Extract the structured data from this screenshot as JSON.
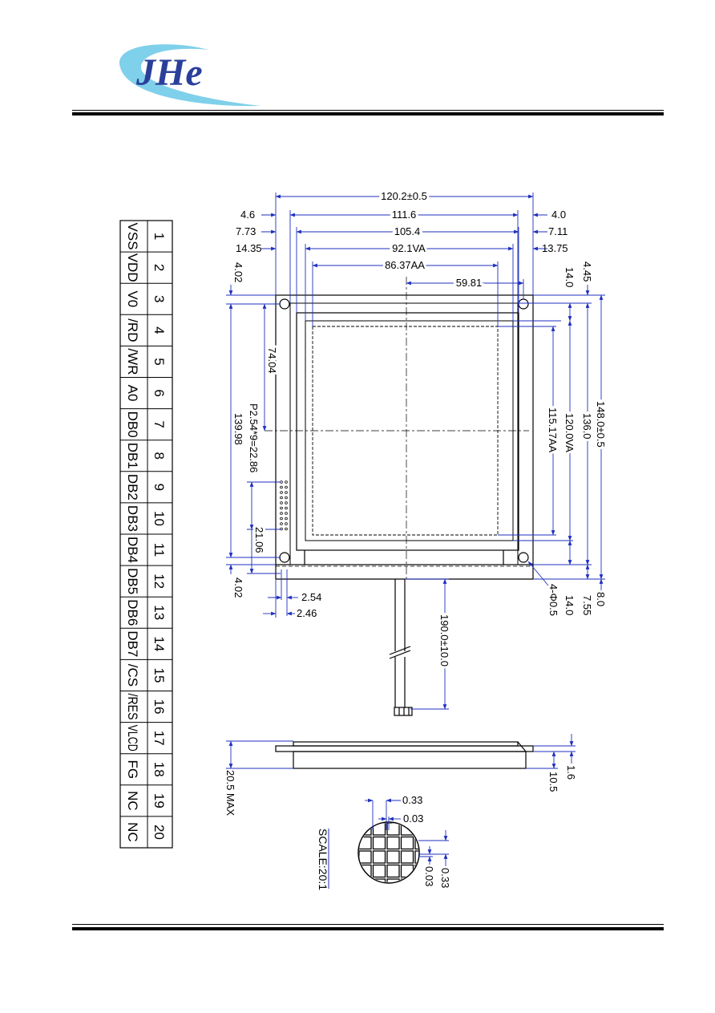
{
  "header": {
    "logo_text": "JHe"
  },
  "colors": {
    "dimension": "#1f2fbf",
    "outline": "#000000",
    "logo_swoosh": "#7fd0ea",
    "logo_text": "#2a3f9a"
  },
  "pin_table": {
    "numbers": [
      "1",
      "2",
      "3",
      "4",
      "5",
      "6",
      "7",
      "8",
      "9",
      "10",
      "11",
      "12",
      "13",
      "14",
      "15",
      "16",
      "17",
      "18",
      "19",
      "20"
    ],
    "names": [
      "VSS",
      "VDD",
      "V0",
      "/RD",
      "/WR",
      "A0",
      "DB0",
      "DB1",
      "DB2",
      "DB3",
      "DB4",
      "DB5",
      "DB6",
      "DB7",
      "/CS",
      "/RES",
      "VLCD",
      "FG",
      "NC",
      "NC"
    ]
  },
  "dimensions": {
    "outline_width": "120.2±0.5",
    "frame_width": "111.6",
    "frame_left": "4.6",
    "frame_right": "4.0",
    "glass_width": "105.4",
    "glass_left": "7.73",
    "glass_right": "7.11",
    "va_width": "92.1VA",
    "va_left": "14.35",
    "va_right": "13.75",
    "aa_width": "86.37AA",
    "center_x": "59.81",
    "top_offset": "4.02",
    "bottom_offset": "4.02",
    "hole_pitch_v": "139.98",
    "center_y": "74.04",
    "pin_pitch": "P2.54*9=22.86",
    "pin_offset": "21.06",
    "pin_x1": "2.54",
    "pin_x2": "2.46",
    "top_margin_r1": "14.0",
    "top_margin_r2": "4.45",
    "aa_height": "115.17AA",
    "va_height": "120.0VA",
    "frame_height": "136.0",
    "outline_height": "148.0±0.5",
    "bottom_r1": "14.0",
    "bottom_r2": "7.55",
    "bottom_r3": "8.0",
    "holes": "4-Φ0.5",
    "cable_length": "190.0±10.0",
    "side_total": "20.5 MAX",
    "side_r1": "1.6",
    "side_r2": "10.5",
    "dot_w": "0.33",
    "dot_gap": "0.03",
    "dot_gap_v": "0.03",
    "dot_h": "0.33",
    "scale": "SCALE:20:1"
  }
}
